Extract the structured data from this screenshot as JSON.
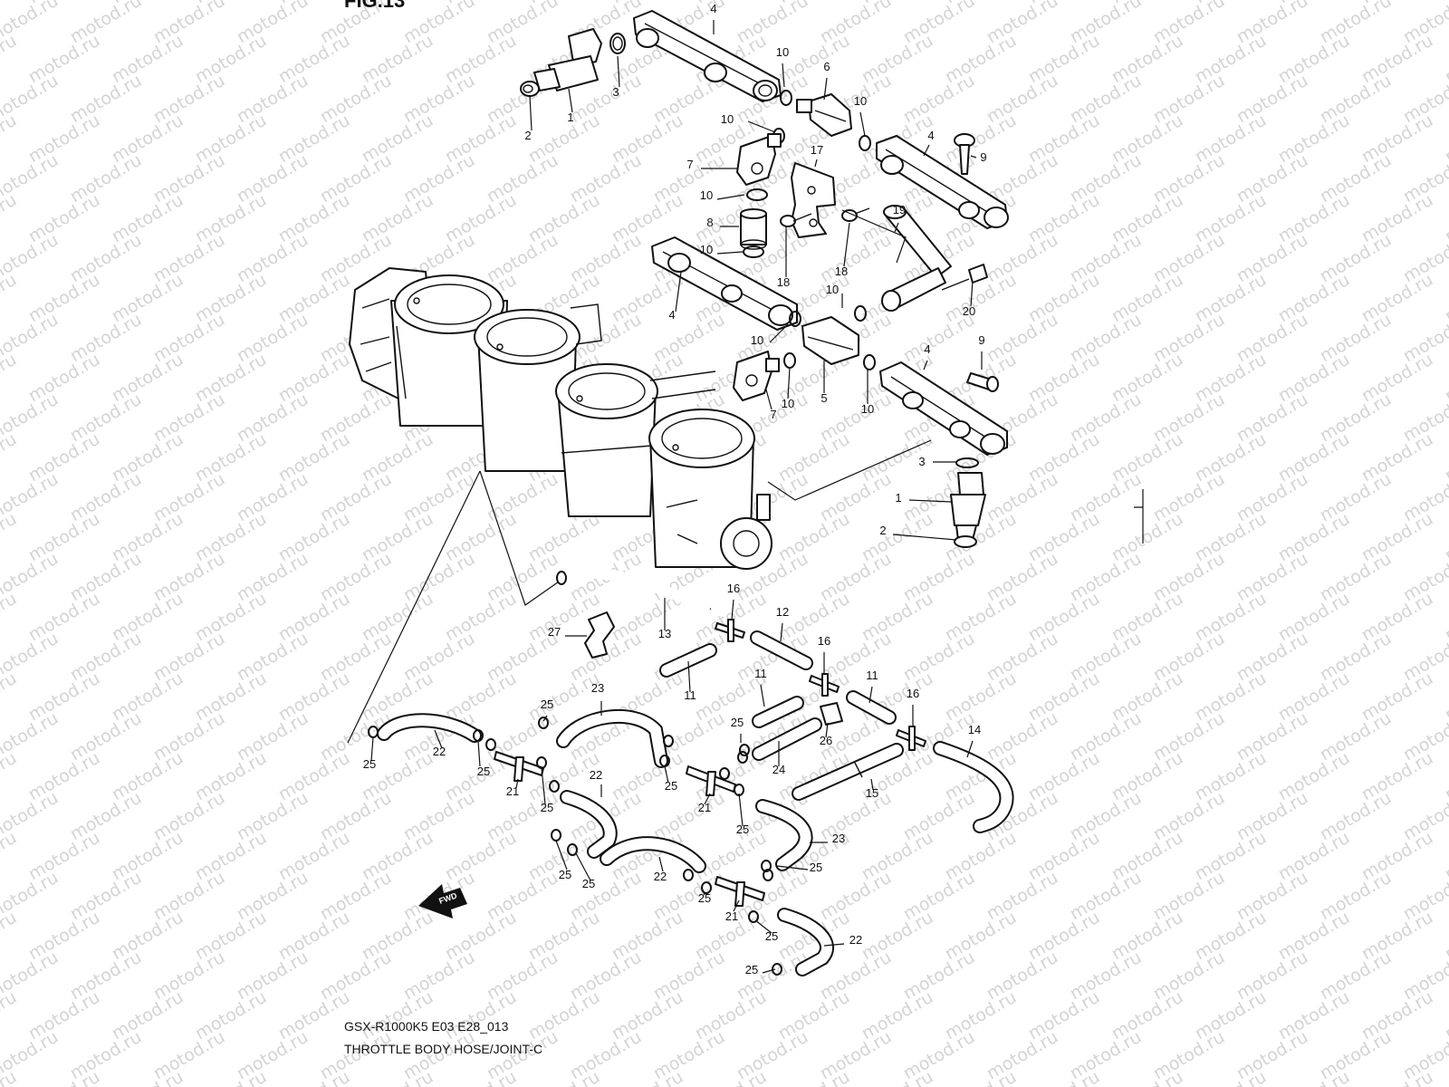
{
  "figure": {
    "fig_label": "FIG.13",
    "code": "GSX-R1000K5 E03 E28_013",
    "title": "THROTTLE BODY HOSE/JOINT-C",
    "fwd_label": "FWD",
    "watermark": "motod.ru"
  },
  "callouts": [
    {
      "text": "4"
    },
    {
      "text": "10"
    },
    {
      "text": "6"
    },
    {
      "text": "10"
    },
    {
      "text": "3"
    },
    {
      "text": "1"
    },
    {
      "text": "2"
    },
    {
      "text": "10"
    },
    {
      "text": "17"
    },
    {
      "text": "4"
    },
    {
      "text": "9"
    },
    {
      "text": "7"
    },
    {
      "text": "10"
    },
    {
      "text": "8"
    },
    {
      "text": "10"
    },
    {
      "text": "19"
    },
    {
      "text": "18"
    },
    {
      "text": "18"
    },
    {
      "text": "20"
    },
    {
      "text": "4"
    },
    {
      "text": "10"
    },
    {
      "text": "10"
    },
    {
      "text": "9"
    },
    {
      "text": "4"
    },
    {
      "text": "7"
    },
    {
      "text": "10"
    },
    {
      "text": "5"
    },
    {
      "text": "10"
    },
    {
      "text": "3"
    },
    {
      "text": "1"
    },
    {
      "text": "2"
    },
    {
      "text": "16"
    },
    {
      "text": "13"
    },
    {
      "text": "12"
    },
    {
      "text": "27"
    },
    {
      "text": "16"
    },
    {
      "text": "11"
    },
    {
      "text": "11"
    },
    {
      "text": "11"
    },
    {
      "text": "16"
    },
    {
      "text": "23"
    },
    {
      "text": "25"
    },
    {
      "text": "25"
    },
    {
      "text": "26"
    },
    {
      "text": "14"
    },
    {
      "text": "22"
    },
    {
      "text": "25"
    },
    {
      "text": "25"
    },
    {
      "text": "24"
    },
    {
      "text": "21"
    },
    {
      "text": "22"
    },
    {
      "text": "25"
    },
    {
      "text": "15"
    },
    {
      "text": "25"
    },
    {
      "text": "21"
    },
    {
      "text": "25"
    },
    {
      "text": "23"
    },
    {
      "text": "25"
    },
    {
      "text": "22"
    },
    {
      "text": "25"
    },
    {
      "text": "25"
    },
    {
      "text": "25"
    },
    {
      "text": "21"
    },
    {
      "text": "25"
    },
    {
      "text": "22"
    },
    {
      "text": "25"
    }
  ]
}
